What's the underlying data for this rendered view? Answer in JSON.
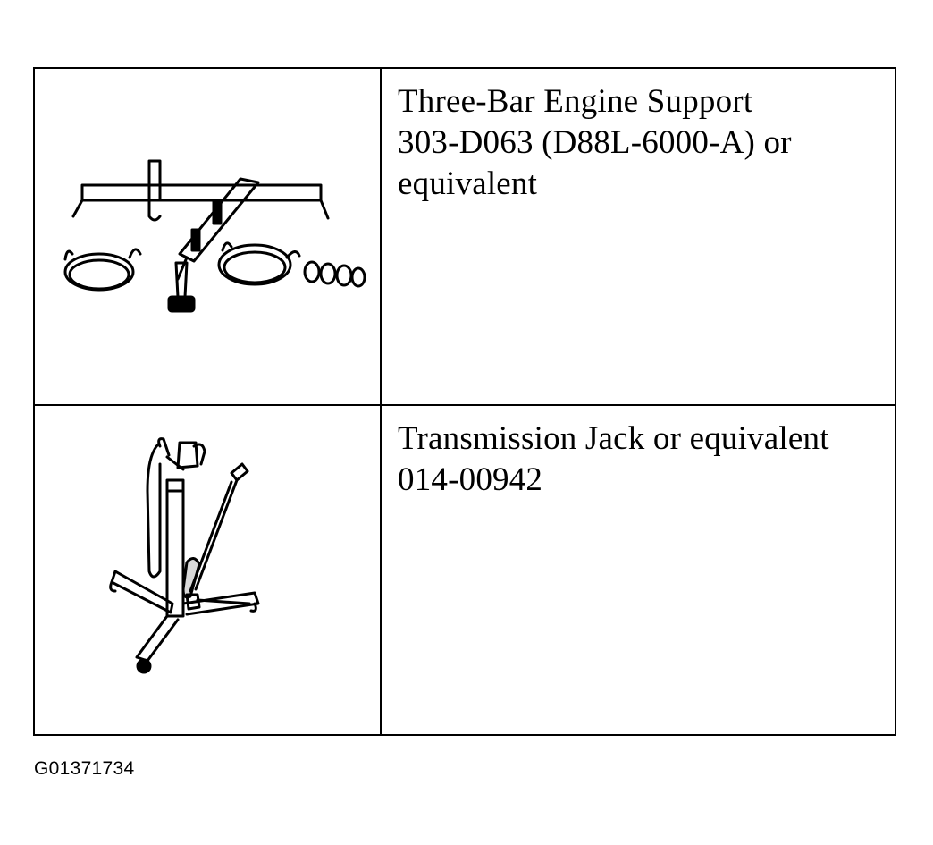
{
  "tools": [
    {
      "illustration": "three-bar-engine-support-illustration",
      "lines": [
        "Three-Bar Engine Support",
        "303-D063 (D88L-6000-A) or",
        "equivalent"
      ]
    },
    {
      "illustration": "transmission-jack-illustration",
      "lines": [
        "Transmission Jack or equivalent",
        "014-00942"
      ]
    }
  ],
  "figure_id": "G01371734"
}
